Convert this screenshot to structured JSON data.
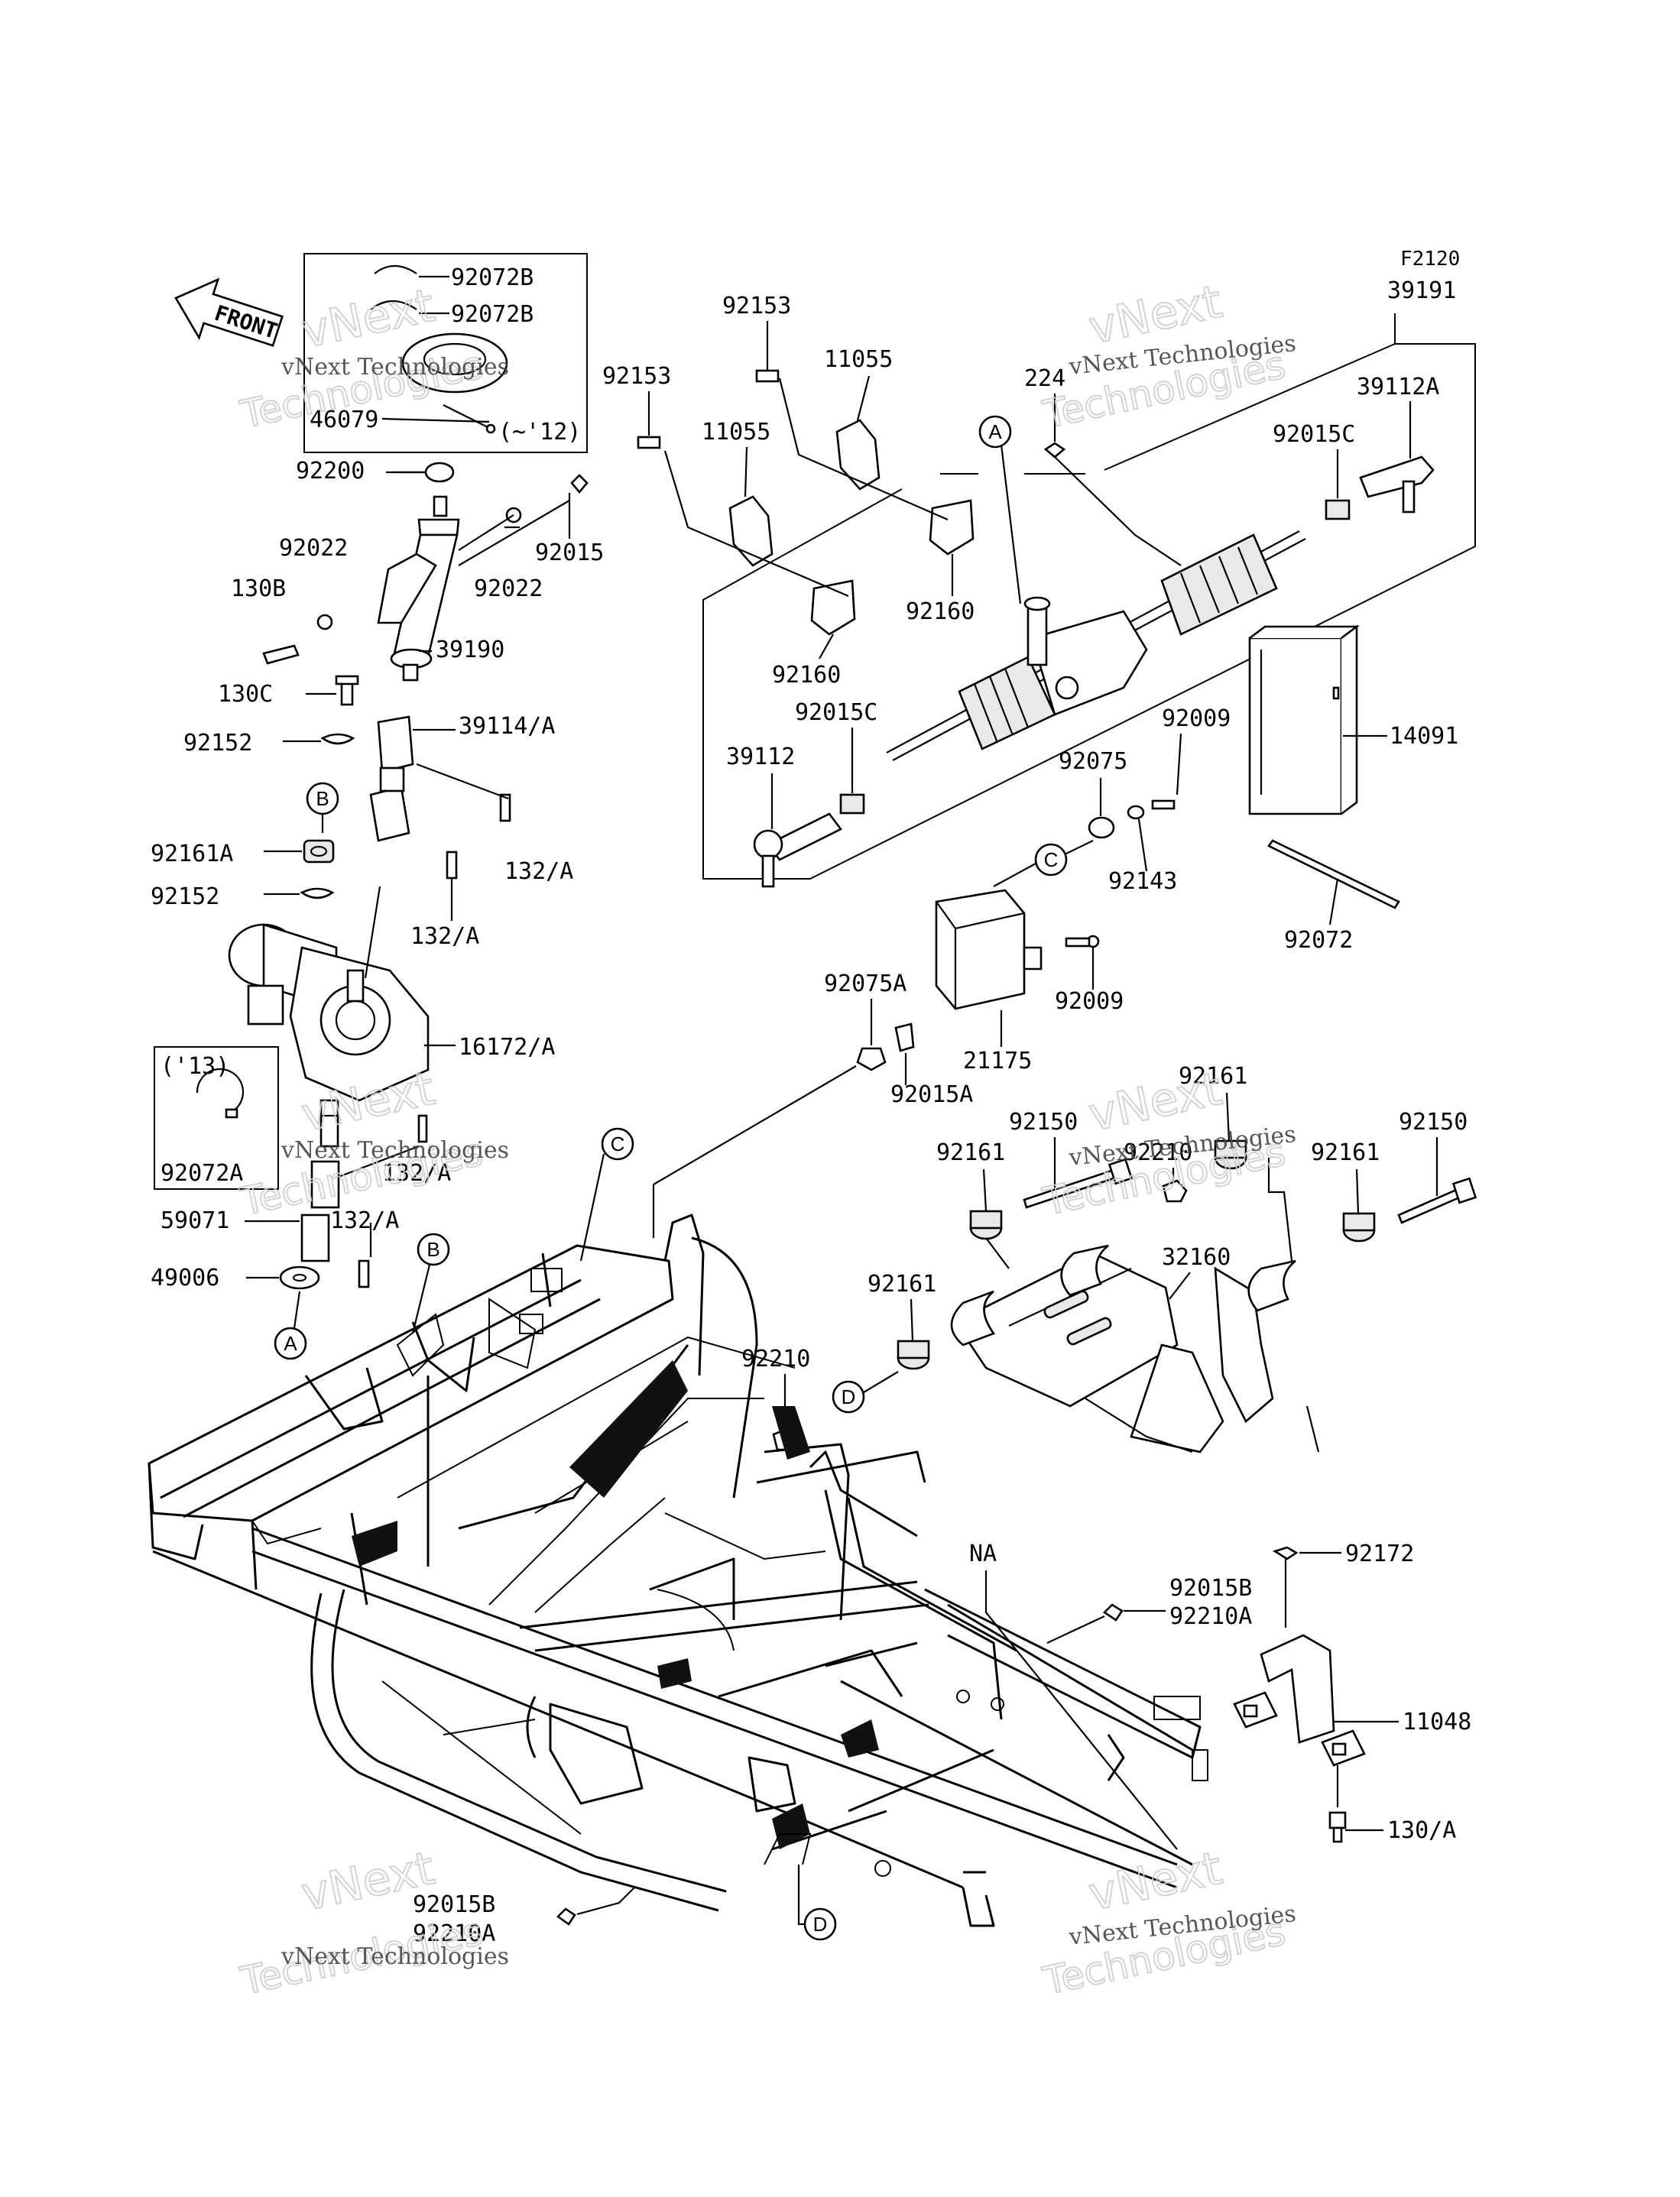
{
  "diagram_id": "F2120",
  "front_label": "FRONT",
  "watermark": {
    "line1": "vNext Technologies",
    "line2": "vNext",
    "line3": "Technologies"
  },
  "callouts": {
    "A": "A",
    "B": "B",
    "C": "C",
    "D": "D"
  },
  "labels": {
    "p92072B_1": "92072B",
    "p92072B_2": "92072B",
    "p46079": "46079",
    "p46079_note": "(~'12)",
    "p92200": "92200",
    "p92022_a": "92022",
    "p92022_b": "92022",
    "p92015": "92015",
    "p130B": "130B",
    "p39190": "39190",
    "p130C": "130C",
    "p39114A": "39114/A",
    "p92152_a": "92152",
    "p92161A": "92161A",
    "p92152_b": "92152",
    "p132A_1": "132/A",
    "p132A_2": "132/A",
    "p16172A": "16172/A",
    "p13_note": "('13)",
    "p92072A": "92072A",
    "p132A_3": "132/A",
    "p59071": "59071",
    "p132A_4": "132/A",
    "p49006": "49006",
    "p92153_a": "92153",
    "p92153_b": "92153",
    "p11055_a": "11055",
    "p11055_b": "11055",
    "p92160_a": "92160",
    "p92160_b": "92160",
    "p224": "224",
    "p39191": "39191",
    "p39112A": "39112A",
    "p92015C_a": "92015C",
    "p92015C_b": "92015C",
    "p39112": "39112",
    "p14091": "14091",
    "p92009_a": "92009",
    "p92075": "92075",
    "p92143": "92143",
    "p92072": "92072",
    "p92009_b": "92009",
    "p92075A": "92075A",
    "p92015A": "92015A",
    "p21175": "21175",
    "p92161_a": "92161",
    "p92150_a": "92150",
    "p92210_a": "92210",
    "p92150_b": "92150",
    "p92161_b": "92161",
    "p92161_c": "92161",
    "p32160": "32160",
    "p92161_d": "92161",
    "p92210_b": "92210",
    "pNA": "NA",
    "p92172": "92172",
    "p92015B_a": "92015B",
    "p92210A_a": "92210A",
    "p11048": "11048",
    "p130A": "130/A",
    "p92015B_b": "92015B",
    "p92210A_b": "92210A"
  }
}
